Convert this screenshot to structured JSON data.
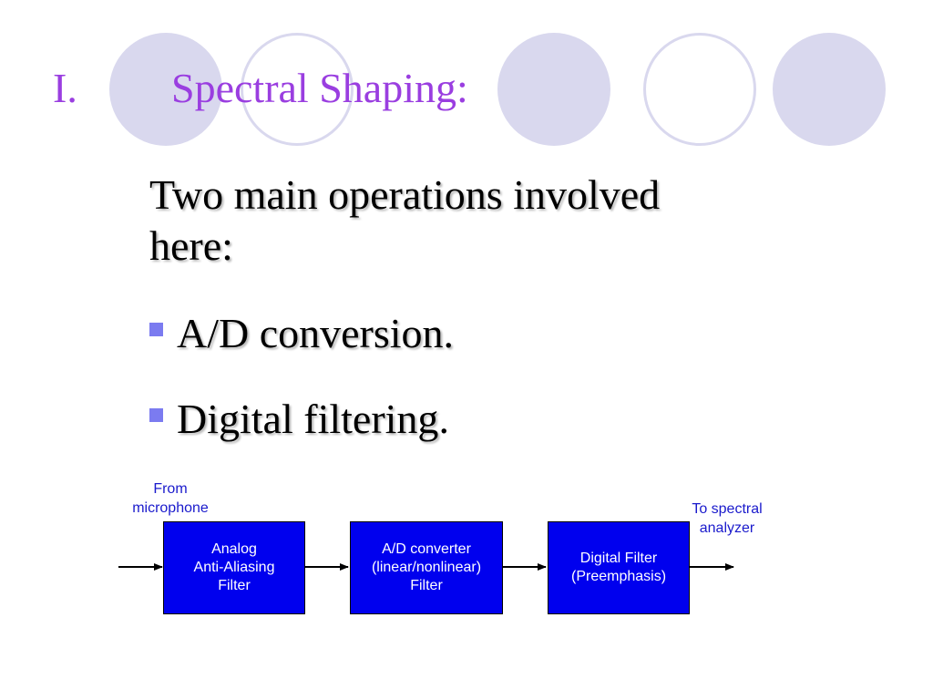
{
  "slide": {
    "title_number": "I.",
    "title_text": "Spectral Shaping:",
    "intro": "Two main operations involved here:",
    "bullets": [
      {
        "main": "A/D conversion."
      },
      {
        "main": "Digital filtering",
        "tail": "."
      }
    ]
  },
  "diagram": {
    "input_label_line1": "From",
    "input_label_line2": "microphone",
    "output_label_line1": "To spectral",
    "output_label_line2": "analyzer",
    "blocks": [
      {
        "line1": "Analog",
        "line2": "Anti-Aliasing",
        "line3": "Filter"
      },
      {
        "line1": "A/D converter",
        "line2": "(linear/nonlinear)",
        "line3": "Filter"
      },
      {
        "line1": "Digital Filter",
        "line2": "(Preemphasis)"
      }
    ]
  },
  "colors": {
    "title": "#9a3ee0",
    "decor_circle": "#d9d8ee",
    "block_fill": "#0000ee",
    "label_text": "#1a1acc",
    "bullet": "#7b7bf0"
  }
}
